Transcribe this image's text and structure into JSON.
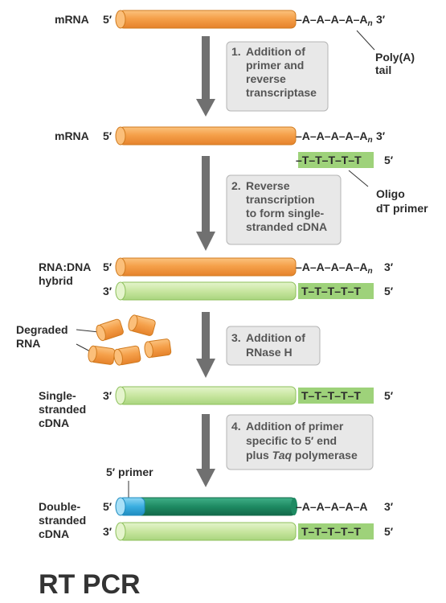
{
  "labels": {
    "mrna": "mRNA",
    "hybrid_1": "RNA:DNA",
    "hybrid_2": "hybrid",
    "degraded_1": "Degraded",
    "degraded_2": "RNA",
    "ss_1": "Single-",
    "ss_2": "stranded",
    "ss_3": "cDNA",
    "ds_1": "Double-",
    "ds_2": "stranded",
    "ds_3": "cDNA",
    "polya_1": "Poly(A)",
    "polya_2": "tail",
    "oligo_1": "Oligo",
    "oligo_2": "dT primer",
    "primer5": "5′ primer"
  },
  "ends": {
    "five": "5′",
    "three": "3′"
  },
  "sequences": {
    "polya": "–A–A–A–A–A",
    "polya_sub": "n",
    "polya_plain": "–A–A–A–A–A",
    "oligo_dt": "–T–T–T–T–T",
    "oligo_dt_bound": "T–T–T–T–T"
  },
  "steps": [
    {
      "num": "1.",
      "lines": [
        "Addition of",
        "primer and",
        "reverse",
        "transcriptase"
      ]
    },
    {
      "num": "2.",
      "lines": [
        "Reverse",
        "transcription",
        "to form single-",
        "stranded cDNA"
      ]
    },
    {
      "num": "3.",
      "lines": [
        "Addition of",
        "RNase H"
      ]
    },
    {
      "num": "4.",
      "lines": [
        "Addition of primer",
        "specific to 5′ end",
        "plus ",
        "Taq",
        " polymerase"
      ]
    }
  ],
  "title": "RT PCR",
  "colors": {
    "mrna_fill": "#f5a04a",
    "mrna_stroke": "#d07a1e",
    "cdna_fill": "#c8e6a0",
    "cdna_stroke": "#8cbf5a",
    "dna_dark": "#1e8a62",
    "primer_blue": "#3aaee0",
    "highlight_green": "#9ed27a",
    "step_box": "#e8e8e8",
    "arrow": "#707070"
  }
}
